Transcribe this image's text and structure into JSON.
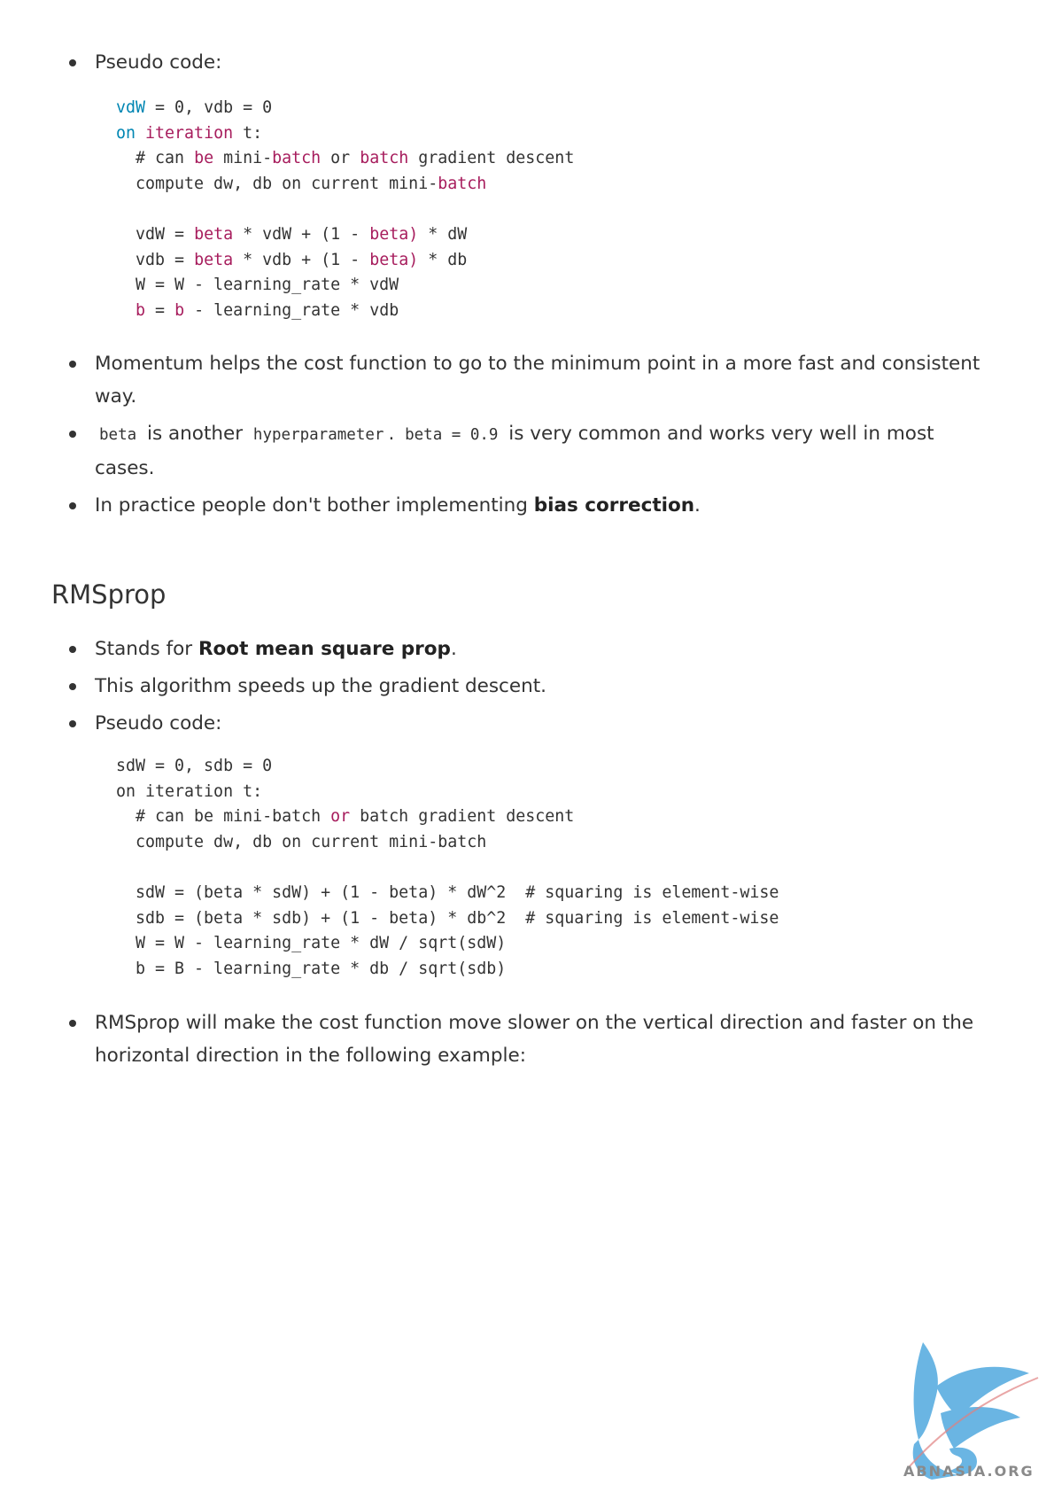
{
  "section1": {
    "bullet_pseudo": "Pseudo code:",
    "code_lines": [
      [
        {
          "t": "vdW",
          "c": "k"
        },
        {
          "t": " = 0, vdb = 0"
        }
      ],
      [
        {
          "t": "on",
          "c": "k"
        },
        {
          "t": " "
        },
        {
          "t": "iteration",
          "c": "r"
        },
        {
          "t": " t:"
        }
      ],
      [
        {
          "t": "  # can "
        },
        {
          "t": "be",
          "c": "r"
        },
        {
          "t": " mini-"
        },
        {
          "t": "batch",
          "c": "r"
        },
        {
          "t": " or "
        },
        {
          "t": "batch",
          "c": "r"
        },
        {
          "t": " gradient descent"
        }
      ],
      [
        {
          "t": "  compute dw, db on current mini-"
        },
        {
          "t": "batch",
          "c": "r"
        }
      ],
      [
        {
          "t": ""
        }
      ],
      [
        {
          "t": "  vdW = "
        },
        {
          "t": "beta",
          "c": "r"
        },
        {
          "t": " * vdW + (1 - "
        },
        {
          "t": "beta)",
          "c": "r"
        },
        {
          "t": " * dW"
        }
      ],
      [
        {
          "t": "  vdb = "
        },
        {
          "t": "beta",
          "c": "r"
        },
        {
          "t": " * vdb + (1 - "
        },
        {
          "t": "beta)",
          "c": "r"
        },
        {
          "t": " * db"
        }
      ],
      [
        {
          "t": "  W = W - learning_rate * vdW"
        }
      ],
      [
        {
          "t": "  "
        },
        {
          "t": "b",
          "c": "r"
        },
        {
          "t": " = "
        },
        {
          "t": "b",
          "c": "r"
        },
        {
          "t": " - learning_rate * vdb"
        }
      ]
    ],
    "bullet_momentum": "Momentum helps the cost function to go to the minimum point in a more fast and consistent way.",
    "beta_code": "beta",
    "beta_text_1": " is another ",
    "hyper_code": "hyperparameter",
    "beta_text_2": ". ",
    "beta_value_code": "beta = 0.9",
    "beta_text_3": " is very common and works very well in most cases.",
    "practice_text": "In practice people don't bother implementing ",
    "practice_bold": "bias correction",
    "practice_end": "."
  },
  "section2": {
    "heading": "RMSprop",
    "stands_text": "Stands for ",
    "stands_bold": "Root mean square prop",
    "stands_end": ".",
    "speeds_text": "This algorithm speeds up the gradient descent.",
    "bullet_pseudo": "Pseudo code:",
    "code_lines": [
      [
        {
          "t": "sdW = 0, sdb = 0"
        }
      ],
      [
        {
          "t": "on iteration t:"
        }
      ],
      [
        {
          "t": "  # can be mini-batch "
        },
        {
          "t": "or",
          "c": "r"
        },
        {
          "t": " batch gradient descent"
        }
      ],
      [
        {
          "t": "  compute dw, db on current mini-batch"
        }
      ],
      [
        {
          "t": ""
        }
      ],
      [
        {
          "t": "  sdW = (beta * sdW) + (1 - beta) * dW^2  # squaring is element-wise"
        }
      ],
      [
        {
          "t": "  sdb = (beta * sdb) + (1 - beta) * db^2  # squaring is element-wise"
        }
      ],
      [
        {
          "t": "  W = W - learning_rate * dW / sqrt(sdW)"
        }
      ],
      [
        {
          "t": "  b = B - learning_rate * db / sqrt(sdb)"
        }
      ]
    ],
    "rms_text": "RMSprop will make the cost function move slower on the vertical direction and faster on the horizontal direction in the following example:"
  },
  "watermark": {
    "text": "ABNASIA.ORG",
    "icon": "winged-lion-logo",
    "color": "#5aaee0"
  }
}
